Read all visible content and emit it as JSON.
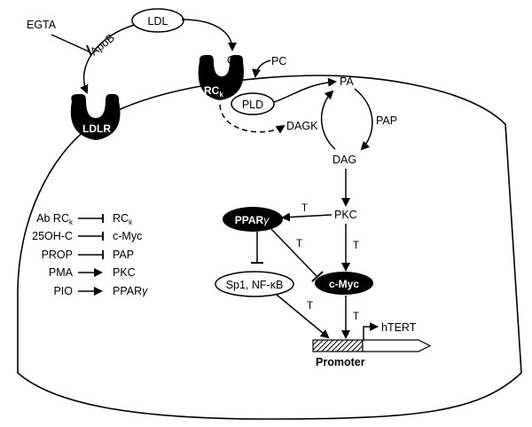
{
  "labels": {
    "egta": "EGTA",
    "ldl": "LDL",
    "apob": "ApoB",
    "ldlr": "LDLR",
    "c": "C",
    "pc": "PC",
    "rck_main": "RC",
    "rck_sub": "k",
    "pld": "PLD",
    "pa": "PA",
    "pap": "PAP",
    "dagk": "DAGK",
    "dag": "DAG",
    "pkc": "PKC",
    "ppar_main": "PPAR",
    "ppar_greek": "γ",
    "cmyc": "c-Myc",
    "sp1": "Sp1, NF-κB",
    "hTERT": "hTERT",
    "promoter": "Promoter",
    "t": "T"
  },
  "legend": [
    {
      "left_main": "Ab RC",
      "left_sub": "k",
      "symbol": "inhibit",
      "right_main": "RC",
      "right_sub": "k",
      "right_greek": ""
    },
    {
      "left_main": "25OH-C",
      "left_sub": "",
      "symbol": "inhibit",
      "right_main": "c-Myc",
      "right_sub": "",
      "right_greek": ""
    },
    {
      "left_main": "PROP",
      "left_sub": "",
      "symbol": "inhibit",
      "right_main": "PAP",
      "right_sub": "",
      "right_greek": ""
    },
    {
      "left_main": "PMA",
      "left_sub": "",
      "symbol": "activate",
      "right_main": "PKC",
      "right_sub": "",
      "right_greek": ""
    },
    {
      "left_main": "PIO",
      "left_sub": "",
      "symbol": "activate",
      "right_main": "PPAR",
      "right_sub": "",
      "right_greek": "γ"
    }
  ]
}
